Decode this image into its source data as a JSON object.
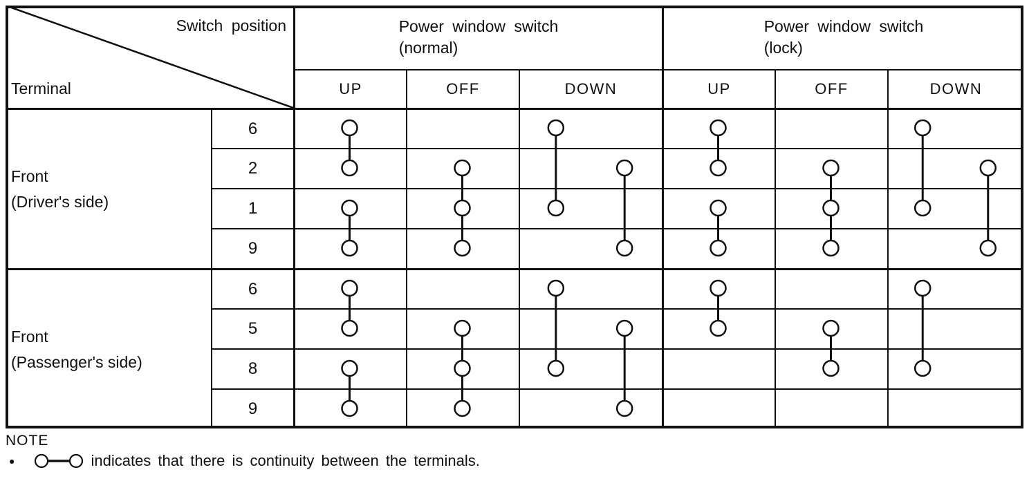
{
  "page": {
    "background": "#ffffff",
    "ink": "#101010"
  },
  "table": {
    "corner": {
      "top_right_label": "Switch position",
      "bottom_left_label": "Terminal"
    },
    "groups": [
      {
        "id": "normal",
        "title": "Power window switch",
        "subtitle": "(normal)",
        "positions": [
          "UP",
          "OFF",
          "DOWN"
        ]
      },
      {
        "id": "lock",
        "title": "Power window switch",
        "subtitle": "(lock)",
        "positions": [
          "UP",
          "OFF",
          "DOWN"
        ]
      }
    ],
    "sides": [
      {
        "label_lines": [
          "Front",
          "(Driver's side)"
        ],
        "terminals": [
          "6",
          "2",
          "1",
          "9"
        ],
        "links": {
          "normal": {
            "UP": [
              [
                0,
                1,
                "c"
              ],
              [
                2,
                3,
                "c"
              ]
            ],
            "OFF": [
              [
                1,
                2,
                "c"
              ],
              [
                2,
                3,
                "c"
              ]
            ],
            "DOWN": [
              [
                0,
                2,
                "l"
              ],
              [
                1,
                3,
                "r"
              ]
            ]
          },
          "lock": {
            "UP": [
              [
                0,
                1,
                "c"
              ],
              [
                2,
                3,
                "c"
              ]
            ],
            "OFF": [
              [
                1,
                2,
                "c"
              ],
              [
                2,
                3,
                "c"
              ]
            ],
            "DOWN": [
              [
                0,
                2,
                "l"
              ],
              [
                1,
                3,
                "r"
              ]
            ]
          }
        }
      },
      {
        "label_lines": [
          "Front",
          "(Passenger's side)"
        ],
        "terminals": [
          "6",
          "5",
          "8",
          "9"
        ],
        "links": {
          "normal": {
            "UP": [
              [
                0,
                1,
                "c"
              ],
              [
                2,
                3,
                "c"
              ]
            ],
            "OFF": [
              [
                1,
                2,
                "c"
              ],
              [
                2,
                3,
                "c"
              ]
            ],
            "DOWN": [
              [
                0,
                2,
                "l"
              ],
              [
                1,
                3,
                "r"
              ]
            ]
          },
          "lock": {
            "UP": [
              [
                0,
                1,
                "c"
              ]
            ],
            "OFF": [
              [
                1,
                2,
                "c"
              ]
            ],
            "DOWN": [
              [
                0,
                2,
                "l"
              ]
            ]
          }
        }
      }
    ]
  },
  "note": {
    "heading": "NOTE",
    "bullet": "●",
    "symbol": "circle-line-circle",
    "text": "indicates that there is continuity between the terminals."
  }
}
